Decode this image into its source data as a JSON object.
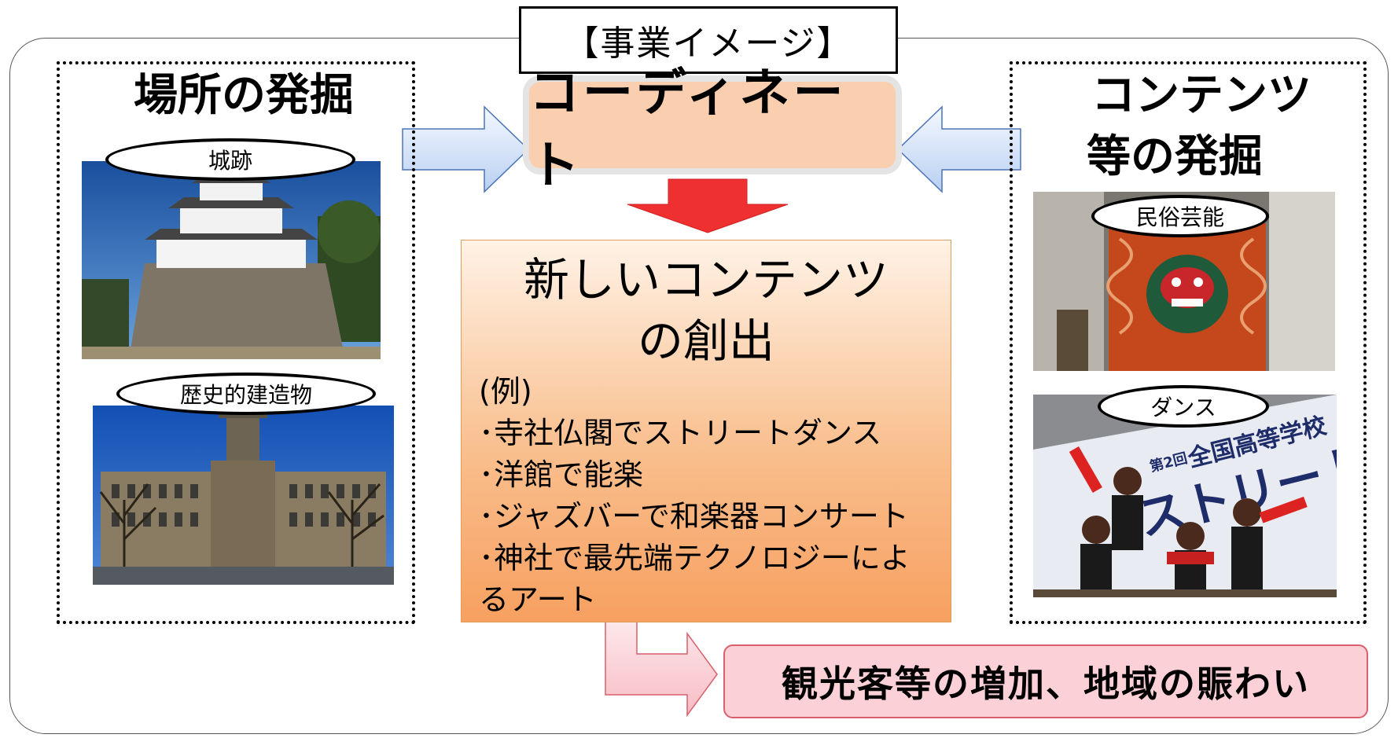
{
  "title": "【事業イメージ】",
  "left_panel": {
    "title": "場所の発掘",
    "items": [
      {
        "label": "城跡",
        "photo": "castle-photo"
      },
      {
        "label": "歴史的建造物",
        "photo": "historic-building-photo"
      }
    ]
  },
  "right_panel": {
    "title_line1": "コンテンツ",
    "title_line2": "等の発掘",
    "items": [
      {
        "label": "民俗芸能",
        "photo": "folk-performance-photo"
      },
      {
        "label": "ダンス",
        "photo": "dance-photo"
      }
    ]
  },
  "coordinate": "コーディネート",
  "new_content": {
    "title_line1": "新しいコンテンツ",
    "title_line2": "の創出",
    "examples_heading": "(例)",
    "examples": [
      "･寺社仏閣でストリートダンス",
      "･洋館で能楽",
      "･ジャズバーで和楽器コンサート",
      "･神社で最先端テクノロジーによ",
      "るアート"
    ]
  },
  "result": "観光客等の増加、地域の賑わい",
  "colors": {
    "coordinate_fill": "#f9cfb0",
    "new_content_gradient_top": "#fff2e6",
    "new_content_gradient_bottom": "#f7a060",
    "result_fill": "#fbd0d6",
    "red_arrow": "#ee3030",
    "blue_arrow": "#cfe0f8",
    "pink_arrow": "#fbd0d6"
  },
  "photo_banner_text": [
    "第2回",
    "全国高等学校",
    "ストリート"
  ]
}
